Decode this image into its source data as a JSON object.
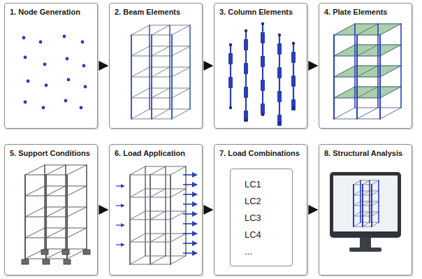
{
  "diagram": {
    "nodes": [
      {
        "text": [
          "1. Node Generation"
        ]
      },
      {
        "text": [
          "2. Beam Elements"
        ]
      },
      {
        "text": [
          "3. Column Elements"
        ]
      },
      {
        "text": [
          "4. Plate Elements"
        ]
      },
      {
        "text": [
          "5. Support Conditions"
        ]
      },
      {
        "text": [
          "6. Load Application"
        ]
      },
      {
        "text": [
          "7. Load Combinations"
        ]
      },
      {
        "text": [
          "LC1",
          "LC2",
          "LC3",
          "LC4",
          "..."
        ],
        "in": 6
      },
      {
        "text": [
          "8. Structural Analysis"
        ]
      }
    ],
    "edges": [
      {
        "from": 0,
        "to": 1,
        "arrow": "to"
      },
      {
        "from": 1,
        "to": 2,
        "arrow": "to"
      },
      {
        "from": 2,
        "to": 3,
        "arrow": "to"
      },
      {
        "from": 4,
        "to": 5,
        "arrow": "to"
      },
      {
        "from": 5,
        "to": 6,
        "arrow": "to"
      },
      {
        "from": 6,
        "to": 8,
        "arrow": "to"
      }
    ]
  }
}
